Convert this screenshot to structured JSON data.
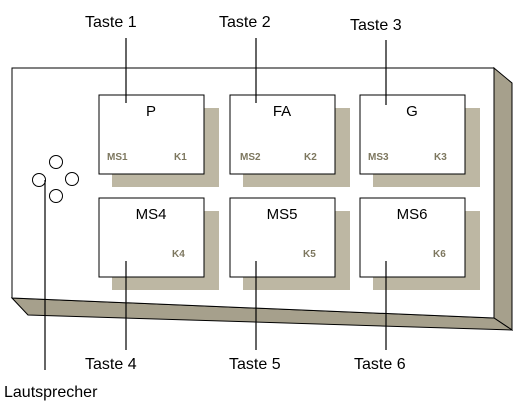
{
  "colors": {
    "panel_face": "#ffffff",
    "panel_side": "#a6a08c",
    "key_shadow": "#bdb7a3",
    "small_text": "#7d775f",
    "line": "#000000"
  },
  "callouts": {
    "top": [
      "Taste 1",
      "Taste 2",
      "Taste 3"
    ],
    "bottom": [
      "Taste 4",
      "Taste 5",
      "Taste 6"
    ],
    "speaker": "Lautsprecher"
  },
  "keys": [
    {
      "label": "P",
      "ms": "MS1",
      "k": "K1"
    },
    {
      "label": "FA",
      "ms": "MS2",
      "k": "K2"
    },
    {
      "label": "G",
      "ms": "MS3",
      "k": "K3"
    },
    {
      "label": "MS4",
      "ms": "",
      "k": "K4"
    },
    {
      "label": "MS5",
      "ms": "",
      "k": "K5"
    },
    {
      "label": "MS6",
      "ms": "",
      "k": "K6"
    }
  ]
}
